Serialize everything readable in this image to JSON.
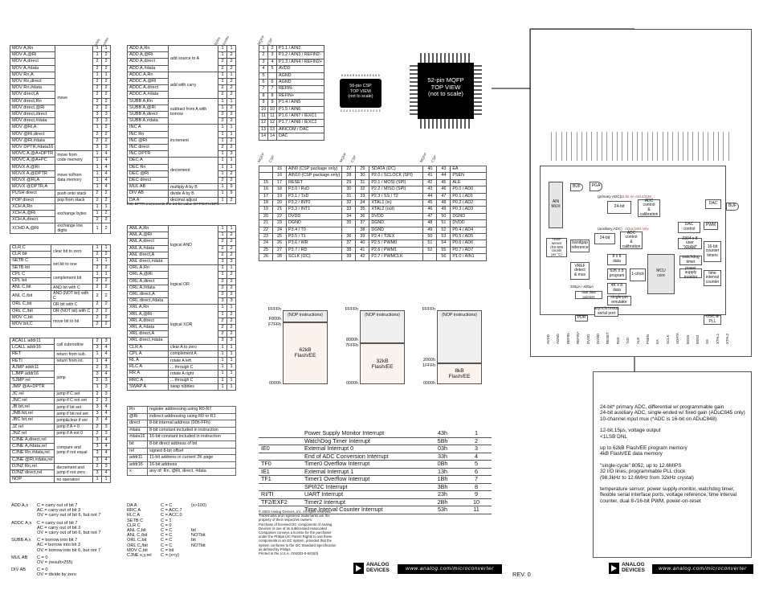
{
  "instr_cols": [
    "bytes",
    "cycles"
  ],
  "mov_table": [
    [
      "MOV A,Rn",
      "1",
      "1"
    ],
    [
      "MOV A,@Ri",
      "1",
      "2"
    ],
    [
      "MOV A,direct",
      "2",
      "2"
    ],
    [
      "MOV A,#data",
      "2",
      "2"
    ],
    [
      "MOV Rn,A",
      "1",
      "1"
    ],
    [
      "MOV Rn,direct",
      "2",
      "2"
    ],
    [
      "MOV Rn,#data",
      "2",
      "2"
    ],
    [
      "MOV direct,A",
      "2",
      "2"
    ],
    [
      "MOV direct,Rn",
      "2",
      "2"
    ],
    [
      "MOV direct,@Ri",
      "2",
      "2"
    ],
    [
      "MOV direct,direct",
      "3",
      "3"
    ],
    [
      "MOV direct,#data",
      "3",
      "3"
    ],
    [
      "MOV @Ri,A",
      "1",
      "2"
    ],
    [
      "MOV @Ri,direct",
      "2",
      "2"
    ],
    [
      "MOV @Ri,#data",
      "2",
      "2"
    ],
    [
      "MOV DPTR,#data16",
      "3",
      "3"
    ],
    [
      "MOVC A,@A+DPTR",
      "1",
      "4"
    ],
    [
      "MOVC A,@A+PC",
      "1",
      "4"
    ],
    [
      "MOVX A,@Ri",
      "1",
      "4"
    ],
    [
      "MOVX A,@DPTR",
      "1",
      "4"
    ],
    [
      "MOVX @Ri,A",
      "1",
      "4"
    ],
    [
      "MOVX @DPTR,A",
      "1",
      "4"
    ],
    [
      "PUSH direct",
      "2",
      "2"
    ],
    [
      "POP direct",
      "2",
      "2"
    ],
    [
      "XCH A,Rn",
      "1",
      "1"
    ],
    [
      "XCH A,@Ri",
      "1",
      "2"
    ],
    [
      "XCH A,direct",
      "2",
      "2"
    ],
    [
      "XCHD A,@Ri",
      "1",
      "2"
    ]
  ],
  "mov_notes": [
    "move",
    "move from",
    "code memory",
    "move to/from",
    "data memory",
    "push onto stack",
    "pop from stack",
    "exchange bytes",
    "exchange low digits"
  ],
  "add_table": [
    [
      "ADD A,Rn",
      "1",
      "1"
    ],
    [
      "ADD A,@Ri",
      "1",
      "2"
    ],
    [
      "ADD A,direct",
      "2",
      "2"
    ],
    [
      "ADD A,#data",
      "2",
      "2"
    ],
    [
      "ADDC A,Rn",
      "1",
      "1"
    ],
    [
      "ADDC A,@Ri",
      "1",
      "2"
    ],
    [
      "ADDC A,direct",
      "2",
      "2"
    ],
    [
      "ADDC A,#data",
      "2",
      "2"
    ],
    [
      "SUBB A,Rn",
      "1",
      "1"
    ],
    [
      "SUBB A,@Ri",
      "1",
      "2"
    ],
    [
      "SUBB A,direct",
      "2",
      "2"
    ],
    [
      "SUBB A,#data",
      "2",
      "2"
    ],
    [
      "INC A",
      "1",
      "1"
    ],
    [
      "INC Rn",
      "1",
      "1"
    ],
    [
      "INC @Ri",
      "1",
      "2"
    ],
    [
      "INC direct",
      "2",
      "2"
    ],
    [
      "INC DPTR",
      "1",
      "3"
    ],
    [
      "DEC A",
      "1",
      "1"
    ],
    [
      "DEC Rn",
      "1",
      "1"
    ],
    [
      "DEC @Ri",
      "1",
      "2"
    ],
    [
      "DEC direct",
      "2",
      "2"
    ],
    [
      "MUL AB",
      "1",
      "9"
    ],
    [
      "DIV AB",
      "1",
      "9"
    ],
    [
      "DA A",
      "1",
      "2"
    ]
  ],
  "add_notes": [
    "add source to A",
    "add with carry",
    "subtract from A with borrow",
    "increment",
    "decrement",
    "multiply A by B",
    "divide A by B",
    "decimal adjust"
  ],
  "add_footnote": "INC DPTR increments the 24-bit value DPP/DPH/DPL",
  "logic_table": [
    [
      "ANL A,Rn",
      "1",
      "1"
    ],
    [
      "ANL A,@Ri",
      "1",
      "2"
    ],
    [
      "ANL A,direct",
      "2",
      "2"
    ],
    [
      "ANL A,#data",
      "2",
      "2"
    ],
    [
      "ANL direct,A",
      "2",
      "2"
    ],
    [
      "ANL direct,#data",
      "3",
      "3"
    ],
    [
      "ORL A,Rn",
      "1",
      "1"
    ],
    [
      "ORL A,@Ri",
      "1",
      "2"
    ],
    [
      "ORL A,direct",
      "2",
      "2"
    ],
    [
      "ORL A,#data",
      "2",
      "2"
    ],
    [
      "ORL direct,A",
      "2",
      "2"
    ],
    [
      "ORL direct,#data",
      "3",
      "3"
    ],
    [
      "XRL A,Rn",
      "1",
      "1"
    ],
    [
      "XRL A,@Ri",
      "1",
      "2"
    ],
    [
      "XRL A,direct",
      "2",
      "2"
    ],
    [
      "XRL A,#data",
      "2",
      "2"
    ],
    [
      "XRL direct,A",
      "2",
      "2"
    ],
    [
      "XRL direct,#data",
      "3",
      "3"
    ],
    [
      "CLR A",
      "1",
      "1"
    ],
    [
      "CPL A",
      "1",
      "1"
    ],
    [
      "RL A",
      "1",
      "1"
    ],
    [
      "RLC A",
      "1",
      "1"
    ],
    [
      "RR A",
      "1",
      "1"
    ],
    [
      "RRC A",
      "1",
      "1"
    ],
    [
      "SWAP A",
      "1",
      "1"
    ]
  ],
  "logic_notes": [
    "logical AND",
    "logical OR",
    "logical XOR",
    "clear A to zero",
    "complement A",
    "rotate A left",
    "... through C",
    "rotate A right",
    "... through C",
    "swap nibbles"
  ],
  "bit_table": [
    [
      "CLR C",
      "1",
      "1"
    ],
    [
      "CLR bit",
      "2",
      "2"
    ],
    [
      "SETB C",
      "1",
      "1"
    ],
    [
      "SETB bit",
      "2",
      "2"
    ],
    [
      "CPL C",
      "1",
      "1"
    ],
    [
      "CPL bit",
      "2",
      "2"
    ],
    [
      "ANL C,bit",
      "2",
      "2"
    ],
    [
      "ANL C,/bit",
      "2",
      "2"
    ],
    [
      "ORL C,bit",
      "2",
      "2"
    ],
    [
      "ORL C,/bit",
      "2",
      "2"
    ],
    [
      "MOV C,bit",
      "2",
      "2"
    ],
    [
      "MOV bit,C",
      "2",
      "2"
    ]
  ],
  "bit_notes": [
    "clear bit to zero",
    "set bit to one",
    "complement bit",
    "AND bit with C",
    "AND (NOT bit) with C",
    "OR bit with C",
    "OR (NOT bit) with C",
    "move bit to bit"
  ],
  "jump_table": [
    [
      "ACALL addr11",
      "2",
      "3"
    ],
    [
      "LCALL addr16",
      "3",
      "4"
    ],
    [
      "RET",
      "1",
      "4"
    ],
    [
      "RETI",
      "1",
      "4"
    ],
    [
      "AJMP addr11",
      "2",
      "3"
    ],
    [
      "LJMP addr16",
      "3",
      "4"
    ],
    [
      "SJMP rel",
      "2",
      "3"
    ],
    [
      "JMP @A+DPTR",
      "1",
      "3"
    ],
    [
      "JC rel",
      "2",
      "3"
    ],
    [
      "JNC rel",
      "2",
      "3"
    ],
    [
      "JB bit,rel",
      "3",
      "4"
    ],
    [
      "JNB bit,rel",
      "3",
      "4"
    ],
    [
      "JBC bit,rel",
      "3",
      "4"
    ],
    [
      "JZ rel",
      "2",
      "3"
    ],
    [
      "JNZ rel",
      "2",
      "3"
    ],
    [
      "CJNE A,direct,rel",
      "3",
      "4"
    ],
    [
      "CJNE A,#data,rel",
      "3",
      "4"
    ],
    [
      "CJNE Rn,#data,rel",
      "3",
      "4"
    ],
    [
      "CJNE @Ri,#data,rel",
      "3",
      "4"
    ],
    [
      "DJNZ Rn,rel",
      "2",
      "3"
    ],
    [
      "DJNZ direct,rel",
      "3",
      "4"
    ],
    [
      "NOP",
      "1",
      "1"
    ]
  ],
  "jump_notes": [
    "call subroutine",
    "return from sub.",
    "return from int.",
    "jump",
    "jump if C set",
    "jump if C not set",
    "jump if bit set",
    "jump if bit not set",
    "jump&clear if set",
    "jump if A = 0",
    "jump if A not 0",
    "compare and jump if not equal",
    "decrement and jump if not zero",
    "no operation"
  ],
  "operands": [
    [
      "Rn",
      "register addressing using R0-R7"
    ],
    [
      "@Ri",
      "indirect addressing using R0 or R1"
    ],
    [
      "direct",
      "8-bit internal address (00h-FFh)"
    ],
    [
      "#data",
      "8-bit constant included in instruction"
    ],
    [
      "#data16",
      "16-bit constant included in instruction"
    ],
    [
      "bit",
      "8-bit direct address of bit"
    ],
    [
      "rel",
      "signed 8-bit offset"
    ],
    [
      "addr11",
      "11-bit address in current 2K page"
    ],
    [
      "addr16",
      "16-bit address"
    ],
    [
      "x",
      "any of: Rn, @Ri, direct, #data"
    ]
  ],
  "flags_left": [
    [
      "ADD A,x",
      "C = carry out of bit 7",
      "AC = carry out of bit 3",
      "OV = carry out of bit 6, but not 7"
    ],
    [
      "ADDC A,x",
      "C = carry out of bit 7",
      "AC = carry out of bit 3",
      "OV = carry out of bit 6, but not 7"
    ],
    [
      "SUBB A,x",
      "C = borrow into bit 7",
      "AC = borrow into bit 3",
      "OV = borrow into bit 6, but not 7"
    ],
    [
      "MUL AB",
      "C = 0",
      "OV = (result>255)"
    ],
    [
      "DIV AB",
      "C = 0",
      "OV = divide by zero"
    ]
  ],
  "flags_right": [
    [
      "DA A",
      "C = C",
      "(x>100)"
    ],
    [
      "RRC A",
      "C = ACC.7",
      ""
    ],
    [
      "RLC A",
      "C = ACC.0",
      ""
    ],
    [
      "SETB C",
      "C = 1",
      ""
    ],
    [
      "CLR C",
      "C = 0",
      ""
    ],
    [
      "ANL C,bit",
      "C = C",
      "bit"
    ],
    [
      "ANL C,/bit",
      "C = C",
      "NOTbit"
    ],
    [
      "ORL C,bit",
      "C = C",
      "bit"
    ],
    [
      "ORL C,/bit",
      "C = C",
      "NOTbit"
    ],
    [
      "MOV C,bit",
      "C = bit",
      ""
    ],
    [
      "CJNE x,y,rel",
      "C = (x<y)",
      ""
    ]
  ],
  "pins_top": [
    [
      "1",
      "2",
      "P1.1 / AIN2"
    ],
    [
      "2",
      "3",
      "P1.2 / AIN3 / REFIN2-"
    ],
    [
      "3",
      "4",
      "P1.3 / AIN4 / REFIN2+"
    ],
    [
      "4",
      "5",
      "AVDD"
    ],
    [
      "5",
      "",
      "AGND"
    ],
    [
      "6",
      "6",
      "AGND"
    ],
    [
      "7",
      "7",
      "REFIN-"
    ],
    [
      "8",
      "8",
      "REFIN+"
    ],
    [
      "9",
      "9",
      "P1.4 / AIN5"
    ],
    [
      "10",
      "10",
      "P1.5 / AIN6"
    ],
    [
      "11",
      "11",
      "P1.6 / AIN7 / IEXC1"
    ],
    [
      "12",
      "12",
      "P1.7 / AIN8 / IEXC2"
    ],
    [
      "13",
      "13",
      "AINCOM / DAC"
    ],
    [
      "14",
      "14",
      "DAC"
    ]
  ],
  "pin_hdr": [
    "MQFP",
    "CSP"
  ],
  "pins_grid": [
    [
      [
        "",
        "15",
        "AIN9 (CSP package only)"
      ],
      [
        "27",
        "29",
        "SDATA (I2C)"
      ],
      [
        "40",
        "43",
        "EA"
      ]
    ],
    [
      [
        "",
        "16",
        "AIN10 (CSP package only)"
      ],
      [
        "28",
        "30",
        "P2.0 / SCLOCK (SPI)"
      ],
      [
        "41",
        "44",
        "PSEN"
      ]
    ],
    [
      [
        "15",
        "17",
        "RESET"
      ],
      [
        "29",
        "31",
        "P2.1 / MOSI (SPI)"
      ],
      [
        "42",
        "45",
        "ALE"
      ]
    ],
    [
      [
        "16",
        "18",
        "P3.0 / RxD"
      ],
      [
        "30",
        "32",
        "P2.2 / MISO (SPI)"
      ],
      [
        "43",
        "46",
        "P0.0 / AD0"
      ]
    ],
    [
      [
        "17",
        "19",
        "P3.1 / TxD"
      ],
      [
        "31",
        "33",
        "P2.3 / SS / T2"
      ],
      [
        "44",
        "47",
        "P0.1 / AD1"
      ]
    ],
    [
      [
        "18",
        "20",
        "P3.2 / INT0"
      ],
      [
        "32",
        "34",
        "XTAL1 (in)"
      ],
      [
        "45",
        "48",
        "P0.2 / AD2"
      ]
    ],
    [
      [
        "19",
        "21",
        "P3.3 / INT1"
      ],
      [
        "33",
        "35",
        "XTAL2 (out)"
      ],
      [
        "46",
        "49",
        "P0.3 / AD3"
      ]
    ],
    [
      [
        "20",
        "22",
        "DVDD"
      ],
      [
        "34",
        "36",
        "DVDD"
      ],
      [
        "47",
        "50",
        "DGND"
      ]
    ],
    [
      [
        "21",
        "23",
        "DGND"
      ],
      [
        "35",
        "37",
        "DGND"
      ],
      [
        "48",
        "51",
        "DVDD"
      ]
    ],
    [
      [
        "22",
        "24",
        "P3.4 / T0"
      ],
      [
        "",
        "38",
        "DGND"
      ],
      [
        "49",
        "52",
        "P0.4 / AD4"
      ]
    ],
    [
      [
        "23",
        "25",
        "P3.5 / T1"
      ],
      [
        "36",
        "39",
        "P2.4 / T2EX"
      ],
      [
        "50",
        "53",
        "P0.5 / AD5"
      ]
    ],
    [
      [
        "24",
        "26",
        "P3.6 / WR"
      ],
      [
        "37",
        "40",
        "P2.5 / PWM0"
      ],
      [
        "51",
        "54",
        "P0.6 / AD6"
      ]
    ],
    [
      [
        "25",
        "27",
        "P3.7 / RD"
      ],
      [
        "38",
        "41",
        "P2.6 / PWM1"
      ],
      [
        "52",
        "55",
        "P0.7 / AD7"
      ]
    ],
    [
      [
        "26",
        "28",
        "SCLK (I2C)"
      ],
      [
        "39",
        "42",
        "P2.7 / PWMCLK"
      ],
      [
        "",
        "56",
        "P1.0 / AIN1"
      ]
    ]
  ],
  "csp_label": [
    "56-pin CSP",
    "TOP VIEW",
    "(not to scale)"
  ],
  "mqfp_label": [
    "52-pin MQFP",
    "TOP VIEW",
    "(not to scale)"
  ],
  "memory_maps": [
    {
      "addr_top": "FFFFh",
      "note": "(NOP instructions)",
      "mid_addr": [
        "F800h",
        "F7FFh"
      ],
      "label": [
        "62kB",
        "Flash/EE"
      ],
      "bottom": "0000h"
    },
    {
      "addr_top": "FFFFh",
      "note": "(NOP instructions)",
      "mid_addr": [
        "8000h",
        "7FFFh"
      ],
      "label": [
        "32kB",
        "Flash/EE"
      ],
      "bottom": "0000h"
    },
    {
      "addr_top": "FFFFh",
      "note": "(NOP instructions)",
      "mid_addr": [
        "2000h",
        "1FFFh"
      ],
      "label": [
        "8kB",
        "Flash/EE"
      ],
      "bottom": "0000h"
    }
  ],
  "interrupts": [
    [
      "",
      "Power Supply Monitor Interrupt",
      "43h",
      "1"
    ],
    [
      "",
      "WatchDog Timer Interrupt",
      "5Bh",
      "2"
    ],
    [
      "IE0",
      "External Interrupt 0",
      "03h",
      "3"
    ],
    [
      "",
      "End of ADC Conversion Interrupt",
      "33h",
      "4"
    ],
    [
      "TF0",
      "Timer0 Overflow Interrupt",
      "0Bh",
      "5"
    ],
    [
      "IE1",
      "External Interrupt 1",
      "13h",
      "6"
    ],
    [
      "TF1",
      "Timer1 Overflow Interrupt",
      "1Bh",
      "7"
    ],
    [
      "",
      "SPI/I2C Interrupt",
      "3Bh",
      "8"
    ],
    [
      "RI/TI",
      "UART Interrupt",
      "23h",
      "9"
    ],
    [
      "TF2/EXF2",
      "Timer2 Interrupt",
      "2Bh",
      "10"
    ],
    [
      "",
      "Time Interval Counter Interrupt",
      "53h",
      "11"
    ]
  ],
  "copyright": [
    "© 2003 Analog Devices, Inc. All rights reserved.",
    "Trademarks and registered trademarks are the",
    "property of their respective owners.",
    "Purchase of licensed I2C components of Analog",
    "Devices or one of its sublicensed Associated",
    "Companies conveys a license for the purchaser",
    "under the Philips I2C Patent Rights to use these",
    "components in an I2C system, provided that the",
    "system conforms to the I2C Standard Specification",
    "as defined by Philips.",
    "Printed in the U.S.A.          G04003-0-6/03(0)"
  ],
  "logo": {
    "line1": "ANALOG",
    "line2": "DEVICES",
    "url": "www.analog.com/microconverter"
  },
  "rev": "REV. 0",
  "features": [
    [
      "24-bit* primary ADC, differential w/ programmable gain",
      "24-bit auxiliary ADC, single-ended w/ fixed gain (ADuC845 only)",
      "10-channel input mux                    (*ADC is 16-bit on ADuC848)"
    ],
    [
      "12-bit,15µs, voltage output",
      "<1LSB DNL"
    ],
    [
      "up to 62kB Flash/EE program memory",
      "4kB Flash/EE data memory"
    ],
    [
      "\"single-cycle\" 8052, up to 12.6MIPS",
      "32 I/O lines, programmable PLL clock",
      "(98.3kHz to 12.6MHz from 32kHz crystal)"
    ],
    [
      "temperature sensor, power supply monitor, watchdog timer,",
      "flexible serial interface ports, voltage reference, time interval",
      "counter, dual 8-/16-bit PWM, power-on-reset"
    ]
  ],
  "block": {
    "ain_mux": [
      "AIN",
      "MUX"
    ],
    "primary_adc": "(primary ADC)",
    "primary_adc_note": "16-bit on ADuC848",
    "adc_ctrl": [
      "ADC",
      "control",
      "& calibration"
    ],
    "aux_adc": "(auxiliary ADC)",
    "aux_adc_note": "ADuC845 only",
    "aux_ctrl": [
      "ADC",
      "control",
      "& calibration"
    ],
    "bit24": "24-bit",
    "bit24b": "24-bit",
    "dac": "DAC",
    "dac_ctrl": [
      "DAC",
      "control"
    ],
    "buf": "BUF",
    "pga": "PGA",
    "pwm": "PWM",
    "temp": [
      "TEMP",
      "sensor",
      "(RS-508 counts",
      "per °C)"
    ],
    "bandgap": [
      "bandgap",
      "reference"
    ],
    "vref": [
      "VREF",
      "detect",
      "& mux"
    ],
    "mcu": [
      "MCU",
      "core"
    ],
    "ram8": [
      "8 x 8",
      "data"
    ],
    "ram62": [
      "62K x 8",
      "program"
    ],
    "ram4": [
      "4K x 8",
      "data"
    ],
    "ram2304": [
      "2304 x 8",
      "user \"XRAM\""
    ],
    "osc": "1-clock",
    "iq": [
      "16-bit",
      "counter",
      "timers"
    ],
    "pllclk": [
      "OSC &",
      "PLL"
    ],
    "wdt": [
      "watchdog",
      "timer"
    ],
    "psm": [
      "power supply",
      "monitor"
    ],
    "tic": [
      "time",
      "interval",
      "counter"
    ],
    "dual_ser": [
      "dual data",
      "pointers"
    ],
    "uart": [
      "UART",
      "serial port"
    ],
    "i2c": [
      "single-pin",
      "emulator"
    ],
    "async": [
      "asynchronous",
      "serial port"
    ],
    "pll": "PLL",
    "por": "POR",
    "ref_note": "200µA / 400µA",
    "pins_bottom": [
      "AVDD",
      "AGND",
      "REFIN-",
      "REFIN+",
      "DVDD",
      "DGND",
      "RESET",
      "RxD",
      "TxD",
      "ALE",
      "PSEN",
      "EA",
      "SCLK",
      "SDATA",
      "MOSI",
      "MISO",
      "SS",
      "XTAL1",
      "XTAL2"
    ]
  }
}
